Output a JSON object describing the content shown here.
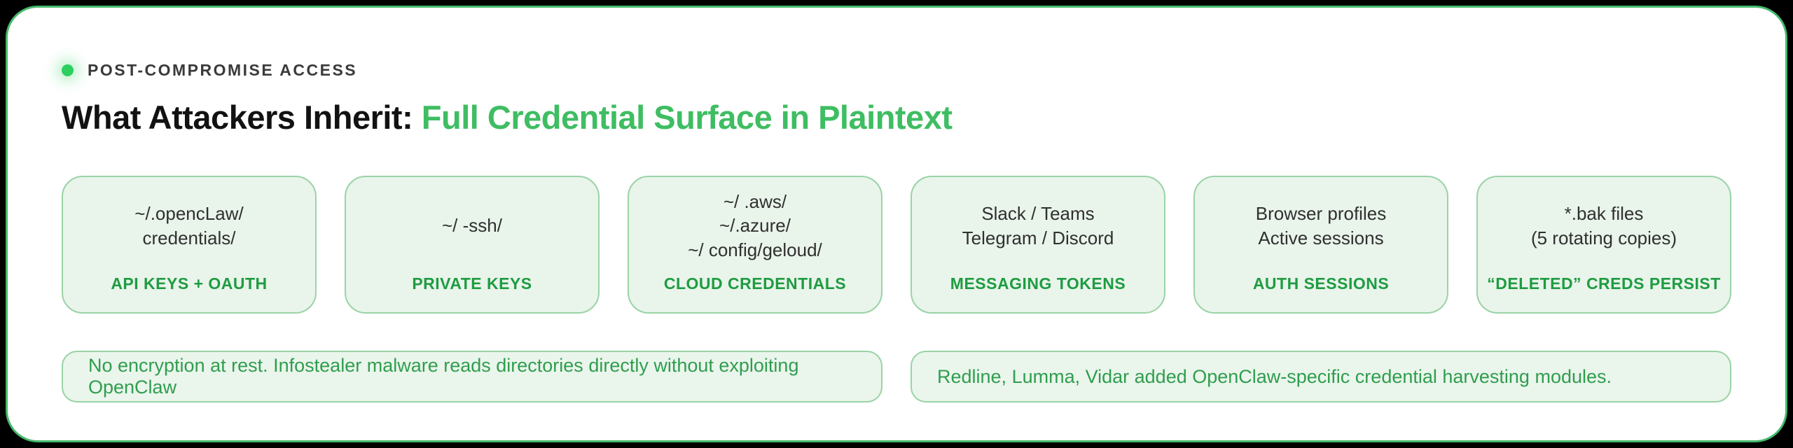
{
  "header": {
    "eyebrow": "POST-COMPROMISE ACCESS",
    "title_prefix": "What Attackers Inherit: ",
    "title_highlight": "Full Credential Surface in Plaintext"
  },
  "cards": [
    {
      "lines": [
        "~/.opencLaw/",
        "credentials/"
      ],
      "label": "API KEYS + OAUTH"
    },
    {
      "lines": [
        "~/ -ssh/"
      ],
      "label": "PRIVATE KEYS"
    },
    {
      "lines": [
        "~/ .aws/",
        "~/.azure/",
        "~/ config/geloud/"
      ],
      "label": "CLOUD CREDENTIALS"
    },
    {
      "lines": [
        "Slack / Teams",
        "Telegram / Discord"
      ],
      "label": "MESSAGING TOKENS"
    },
    {
      "lines": [
        "Browser profiles",
        "Active sessions"
      ],
      "label": "AUTH SESSIONS"
    },
    {
      "lines": [
        "*.bak files",
        "(5 rotating copies)"
      ],
      "label": "“DELETED” CREDS PERSIST"
    }
  ],
  "notes": [
    "No encryption at rest. Infostealer malware reads directories directly without exploiting OpenClaw",
    "Redline, Lumma, Vidar added OpenClaw-specific credential harvesting modules."
  ],
  "colors": {
    "page_background": "#000000",
    "panel_background": "#ffffff",
    "panel_border_green": "#46ba6b",
    "accent_green": "#3fbd62",
    "label_green": "#1e9c41",
    "note_green": "#2f9e4e",
    "card_background": "#e9f4eb",
    "card_border": "#9ad3a6",
    "dot_green": "#2bd05f",
    "text_dark": "#121212"
  }
}
